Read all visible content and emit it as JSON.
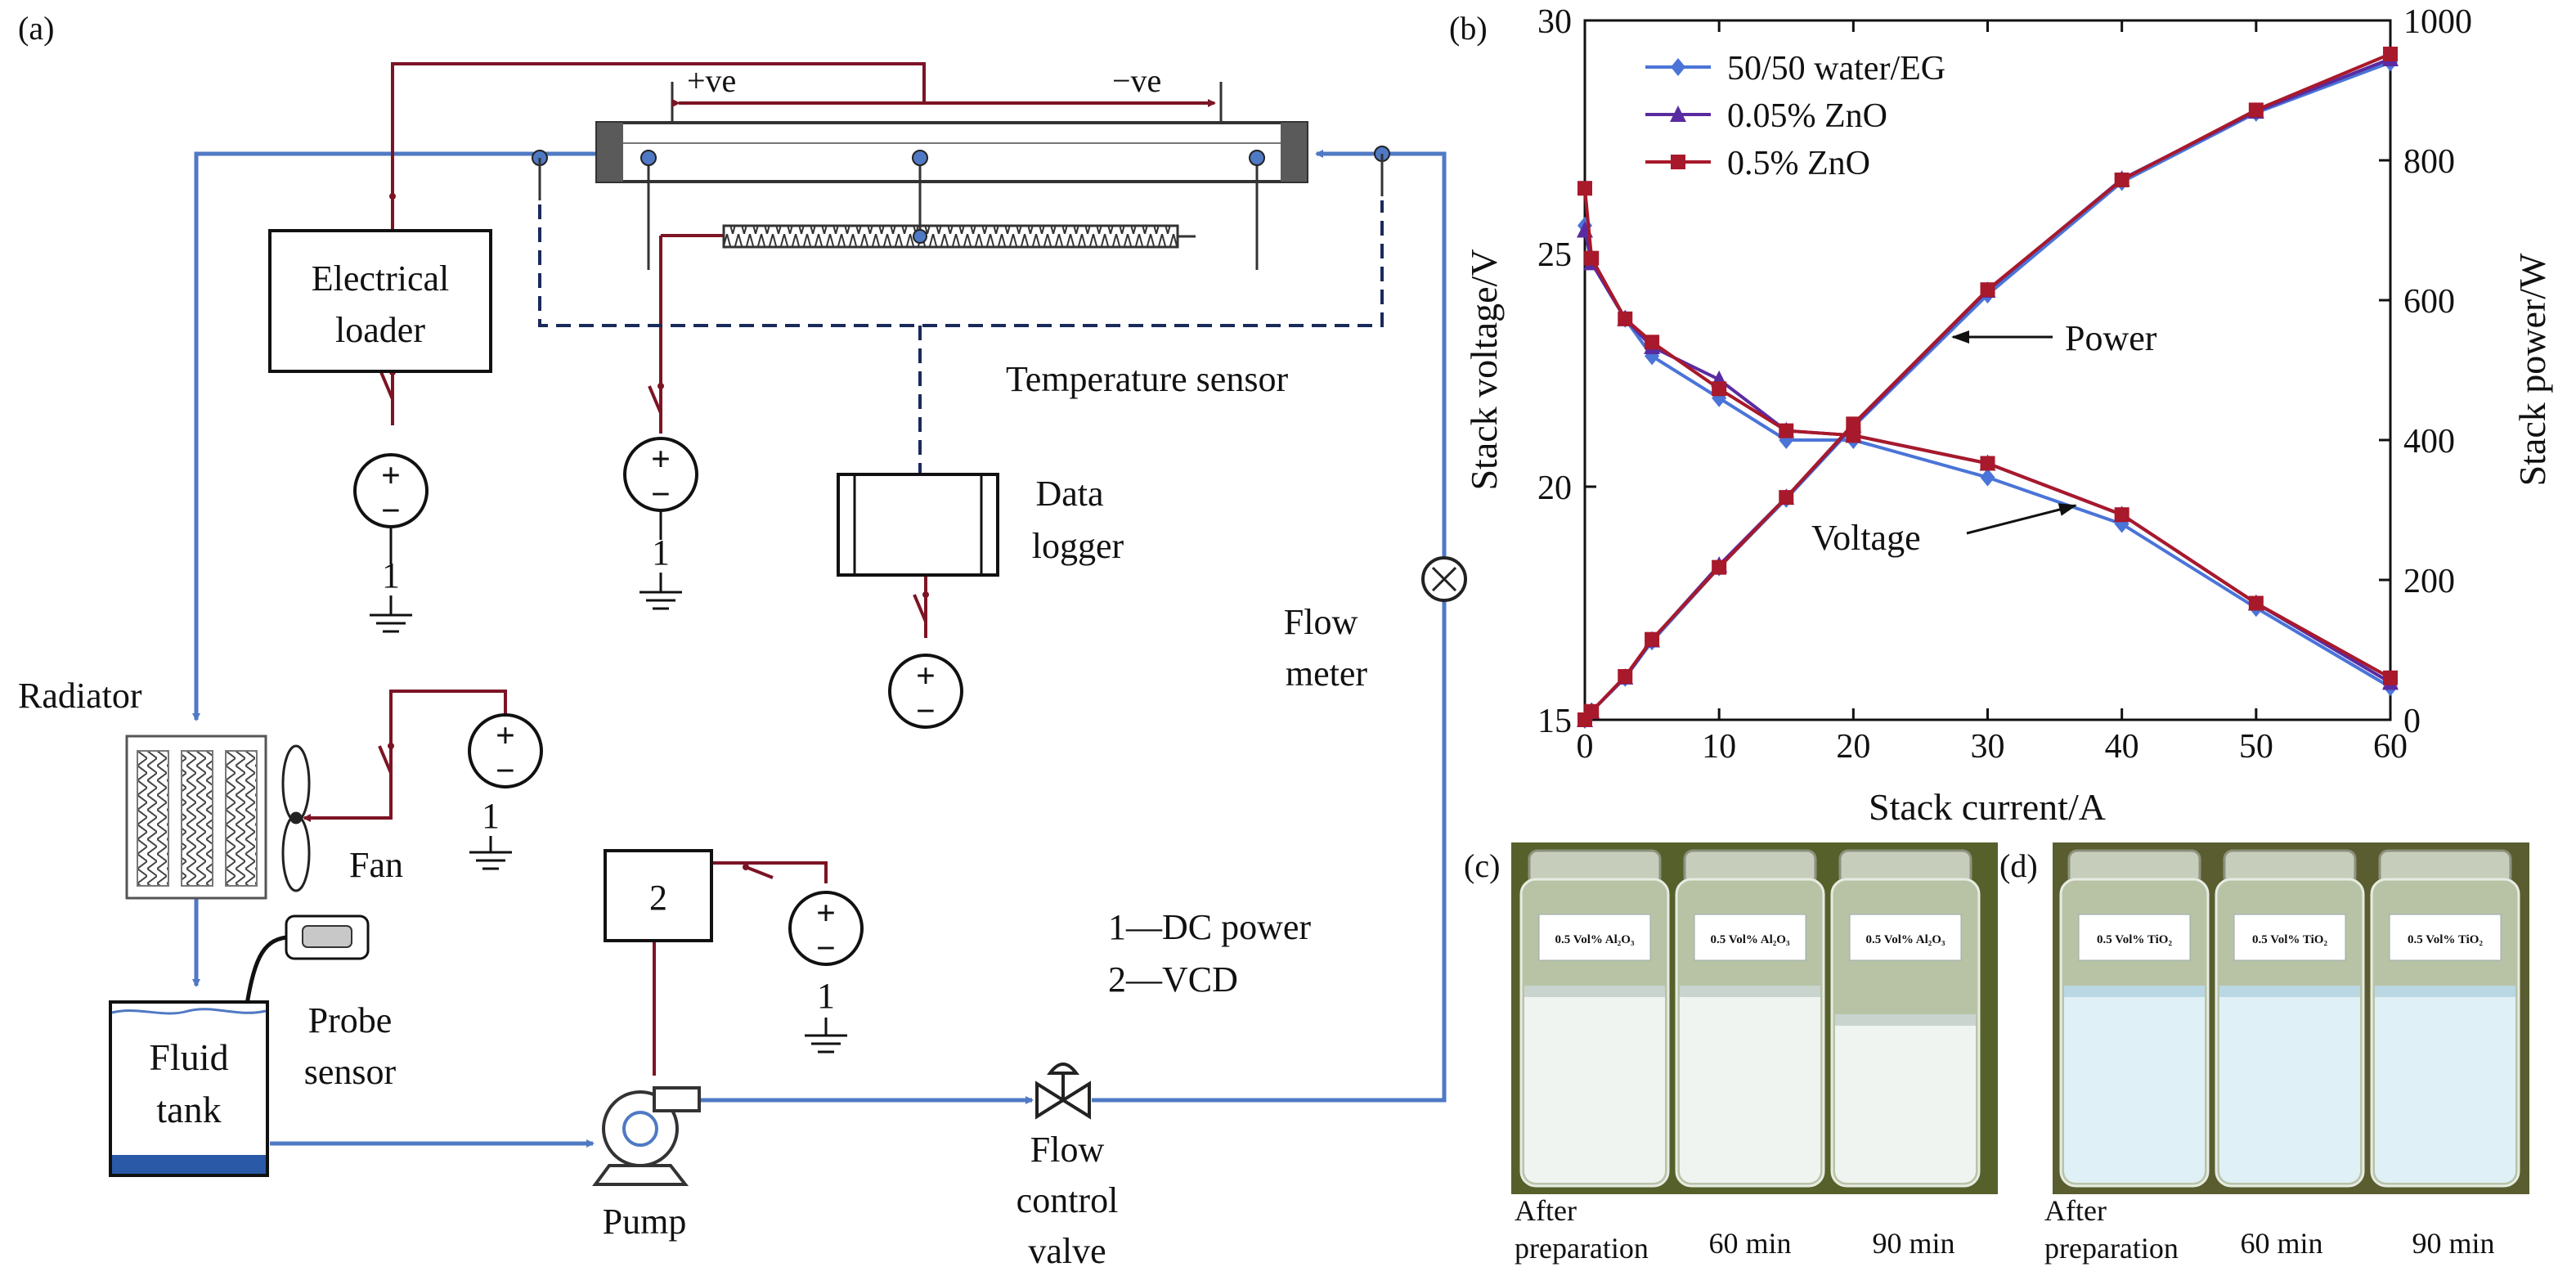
{
  "panels": {
    "a": "(a)",
    "b": "(b)",
    "c": "(c)",
    "d": "(d)"
  },
  "diagram": {
    "polarity_pos": "+ve",
    "polarity_neg": "−ve",
    "electrical_loader_line1": "Electrical",
    "electrical_loader_line2": "loader",
    "temperature_sensor": "Temperature sensor",
    "data_logger_line1": "Data",
    "data_logger_line2": "logger",
    "flow_meter_line1": "Flow",
    "flow_meter_line2": "meter",
    "radiator": "Radiator",
    "fan": "Fan",
    "probe_sensor_line1": "Probe",
    "probe_sensor_line2": "sensor",
    "fluid_tank_line1": "Fluid",
    "fluid_tank_line2": "tank",
    "pump": "Pump",
    "flow_control_valve_line1": "Flow",
    "flow_control_valve_line2": "control",
    "flow_control_valve_line3": "valve",
    "legend_line1": "1—DC power",
    "legend_line2": "2—VCD",
    "vcd_box_label": "2",
    "supply_label": "1",
    "dc_plus": "+",
    "dc_minus": "−"
  },
  "chart_data": {
    "type": "line",
    "xlabel": "Stack current/A",
    "ylabel_left": "Stack voltage/V",
    "ylabel_right": "Stack power/W",
    "xlim": [
      0,
      60
    ],
    "ylim_left": [
      15,
      30
    ],
    "ylim_right": [
      0,
      1000
    ],
    "x_ticks": [
      0,
      10,
      20,
      30,
      40,
      50,
      60
    ],
    "y_left_ticks": [
      15,
      20,
      25,
      30
    ],
    "y_right_ticks": [
      0,
      200,
      400,
      600,
      800,
      1000
    ],
    "legend_position": "top-left",
    "annotations": {
      "power": "Power",
      "voltage": "Voltage"
    },
    "series": [
      {
        "name": "50/50 water/EG",
        "color": "#4a74d8",
        "marker": "diamond",
        "voltage": {
          "x": [
            0,
            0.5,
            3,
            5,
            10,
            15,
            20,
            30,
            40,
            50,
            60
          ],
          "y": [
            25.6,
            24.9,
            23.6,
            22.8,
            21.9,
            21.0,
            21.0,
            20.2,
            19.2,
            17.4,
            15.7
          ]
        },
        "power": {
          "x": [
            0,
            0.5,
            3,
            5,
            10,
            15,
            20,
            30,
            40,
            50,
            60
          ],
          "y": [
            0,
            12,
            60,
            112,
            218,
            316,
            419,
            608,
            769,
            868,
            940
          ]
        }
      },
      {
        "name": "0.05% ZnO",
        "color": "#5a2ba0",
        "marker": "triangle",
        "voltage": {
          "x": [
            0,
            0.5,
            3,
            5,
            10,
            15,
            20,
            30,
            40,
            50,
            60
          ],
          "y": [
            25.5,
            24.8,
            23.6,
            23.0,
            22.3,
            21.2,
            21.1,
            20.5,
            19.4,
            17.5,
            15.8
          ]
        },
        "power": {
          "x": [
            0,
            0.5,
            3,
            5,
            10,
            15,
            20,
            30,
            40,
            50,
            60
          ],
          "y": [
            0,
            12,
            61,
            114,
            221,
            318,
            421,
            614,
            773,
            870,
            945
          ]
        }
      },
      {
        "name": "0.5% ZnO",
        "color": "#a8192b",
        "marker": "square",
        "voltage": {
          "x": [
            0,
            0.5,
            3,
            5,
            10,
            15,
            20,
            30,
            40,
            50,
            60
          ],
          "y": [
            26.4,
            24.9,
            23.6,
            23.1,
            22.1,
            21.2,
            21.1,
            20.5,
            19.4,
            17.5,
            15.9
          ]
        },
        "power": {
          "x": [
            0,
            0.5,
            3,
            5,
            10,
            15,
            20,
            30,
            40,
            50,
            60
          ],
          "y": [
            0,
            12,
            62,
            115,
            218,
            318,
            423,
            615,
            772,
            872,
            952
          ]
        }
      }
    ]
  },
  "photos": {
    "c": {
      "bottle_label": "0.5 Vol% Al₂O₃",
      "captions": [
        {
          "line1": "After",
          "line2": "preparation"
        },
        {
          "line1": "60 min",
          "line2": ""
        },
        {
          "line1": "90 min",
          "line2": ""
        }
      ],
      "background": "#56602a",
      "liquid": "#f0f4f0",
      "liquid_shadow": "#c9d4cf"
    },
    "d": {
      "bottle_label": "0.5 Vol% TiO₂",
      "captions": [
        {
          "line1": "After",
          "line2": "preparation"
        },
        {
          "line1": "60 min",
          "line2": ""
        },
        {
          "line1": "90 min",
          "line2": ""
        }
      ],
      "background": "#5a5d30",
      "liquid": "#dff0f6",
      "liquid_shadow": "#bad8e3"
    }
  }
}
